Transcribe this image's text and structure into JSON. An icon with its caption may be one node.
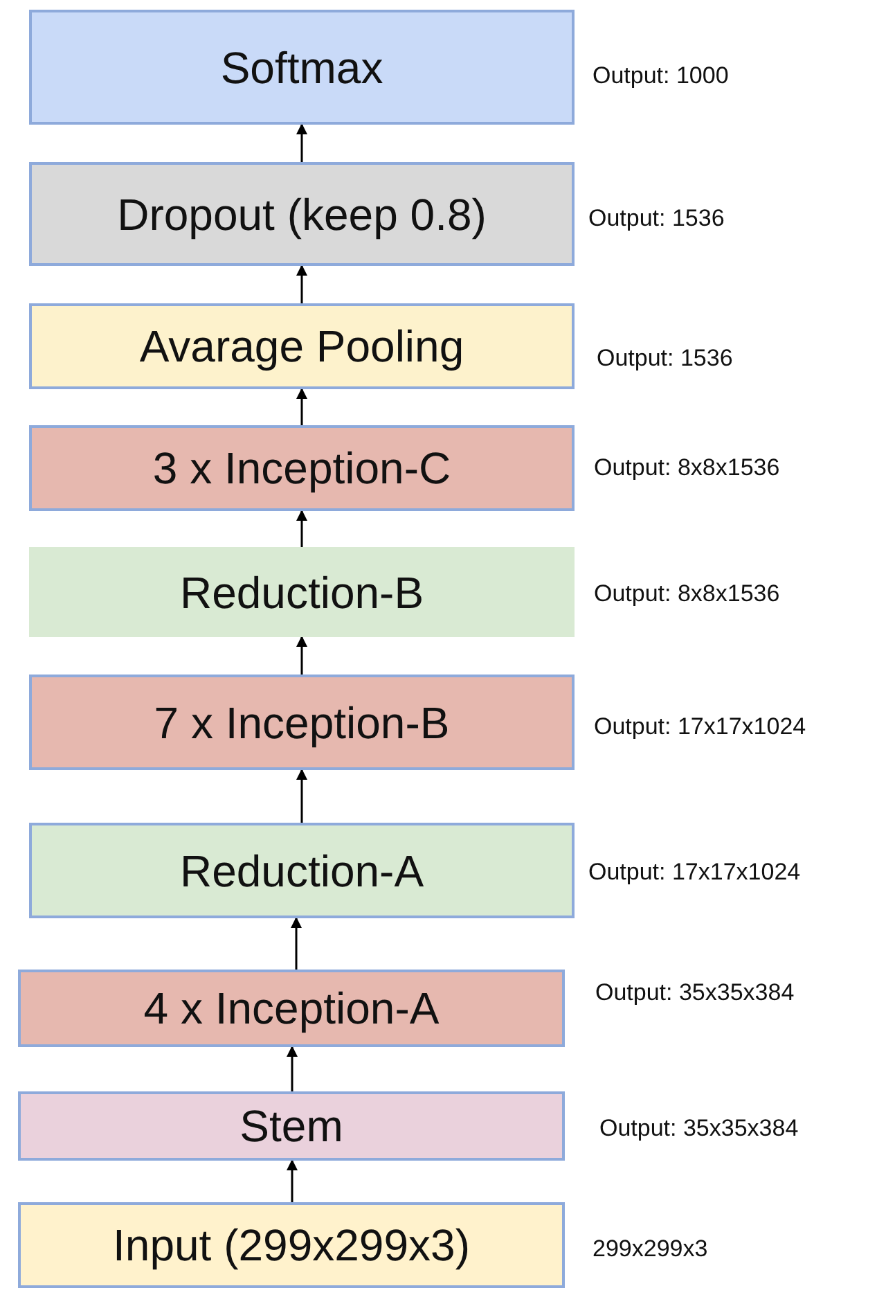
{
  "diagram": {
    "nodes": [
      {
        "text": [
          "Softmax"
        ],
        "beside": [
          "Output: 1000"
        ]
      },
      {
        "text": [
          "Dropout (keep 0.8)"
        ],
        "beside": [
          "Output: 1536"
        ]
      },
      {
        "text": [
          "Avarage Pooling"
        ],
        "beside": [
          "Output: 1536"
        ]
      },
      {
        "text": [
          "3 x Inception-C"
        ],
        "beside": [
          "Output: 8x8x1536"
        ]
      },
      {
        "text": [
          "Reduction-B"
        ],
        "beside": [
          "Output: 8x8x1536"
        ]
      },
      {
        "text": [
          "7 x Inception-B"
        ],
        "beside": [
          "Output: 17x17x1024"
        ]
      },
      {
        "text": [
          "Reduction-A"
        ],
        "beside": [
          "Output: 17x17x1024"
        ]
      },
      {
        "text": [
          "4 x Inception-A"
        ],
        "beside": [
          "Output: 35x35x384"
        ]
      },
      {
        "text": [
          "Stem"
        ],
        "beside": [
          "Output: 35x35x384"
        ]
      },
      {
        "text": [
          "Input (299x299x3)"
        ],
        "beside": [
          "299x299x3"
        ]
      }
    ],
    "edges": [
      {
        "from": 9,
        "to": 8,
        "arrow": "to"
      },
      {
        "from": 8,
        "to": 7,
        "arrow": "to"
      },
      {
        "from": 7,
        "to": 6,
        "arrow": "to"
      },
      {
        "from": 6,
        "to": 5,
        "arrow": "to"
      },
      {
        "from": 5,
        "to": 4,
        "arrow": "to"
      },
      {
        "from": 4,
        "to": 3,
        "arrow": "to"
      },
      {
        "from": 3,
        "to": 2,
        "arrow": "to"
      },
      {
        "from": 2,
        "to": 1,
        "arrow": "to"
      },
      {
        "from": 1,
        "to": 0,
        "arrow": "to"
      }
    ]
  }
}
